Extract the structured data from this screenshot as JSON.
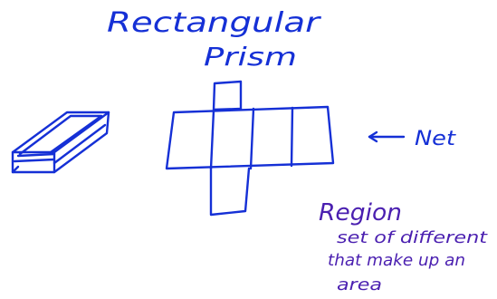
{
  "title_line1": "Rectangular",
  "title_line2": "Prism",
  "net_label": "Net",
  "region_heading": "Region",
  "region_lines": [
    "set of different",
    "that make up an",
    "area"
  ],
  "colors": {
    "ink_blue": "#1530d6",
    "ink_purple": "#4a1fb0",
    "background": "#ffffff"
  },
  "icons": [
    "left-arrow-icon"
  ]
}
